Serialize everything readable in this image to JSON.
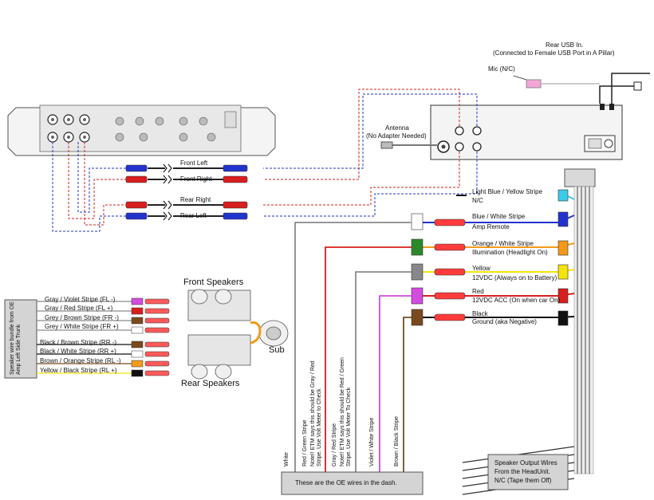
{
  "colors": {
    "red_wire": "#d81e1e",
    "blue_wire": "#2233cc",
    "grey_wire": "#8a8a8a",
    "violet_wire": "#d44be0",
    "brown_wire": "#7a4a1e",
    "orange_wire": "#f39a1a",
    "yellow_wire": "#f4e40a",
    "cyan_wire": "#3ec9e8",
    "pink_plug": "#f4a6d6",
    "box_grey": "#d4d4d4"
  },
  "top": {
    "rear_usb_line1": "Rear USB In.",
    "rear_usb_line2": "(Connected to Female USB Port in A Pillar)",
    "mic": "Mic (N/C)",
    "antenna_line1": "Antenna",
    "antenna_line2": "(No Adapter Needed)"
  },
  "rca": {
    "front_left": "Front Left",
    "front_right": "Front Right",
    "rear_right": "Rear Right",
    "rear_left": "Rear Left"
  },
  "harness": [
    {
      "label": "Light Blue / Yellow Stripe",
      "sub": "N/C"
    },
    {
      "label": "Blue / White Stripe",
      "sub": "Amp Remote"
    },
    {
      "label": "Orange / White Stripe",
      "sub": "Illumination (Headlight On)"
    },
    {
      "label": "Yellow",
      "sub": "12VDC (Always on to Battery)"
    },
    {
      "label": "Red",
      "sub": "12VDC ACC (On when car On)"
    },
    {
      "label": "Black",
      "sub": "Ground (aka Negative)"
    }
  ],
  "speakers": {
    "front_title": "Front Speakers",
    "rear_title": "Rear Speakers",
    "sub": "Sub",
    "bundle_label": "Speaker wire bundle from OE Amp Left Side Trunk",
    "wires": [
      "Gray / Violet Stripe (FL -)",
      "Gray / Red Stripe (FL +)",
      "Grey / Brown Stripe (FR -)",
      "Grey / White Stripe (FR +)",
      "Black / Brown Stripe (RR -)",
      "Black / White Stripe (RR +)",
      "Brown / Orange Stripe (RL -)",
      "Yellow / Black Stripe (RL +)"
    ]
  },
  "oe_wires": {
    "box_label": "These are the OE wires in the dash.",
    "white": "White",
    "red_green": "Red / Green Stripe",
    "red_green_note": "Note!! ETM says this should be Gray / Red Stripe. Use Volt Meter to Check",
    "gray_red": "Gray / Red Stripe",
    "gray_red_note": "Note!! ETM says this should be Red / Green Stripe. Use Volt Meter To Check",
    "violet_white": "Violet / White Stripe",
    "brown_black": "Brown / Black Stripe"
  },
  "speaker_out": {
    "line1": "Speaker Output Wires",
    "line2": "From the HeadUnit.",
    "line3": "N/C (Tape them Off)"
  }
}
